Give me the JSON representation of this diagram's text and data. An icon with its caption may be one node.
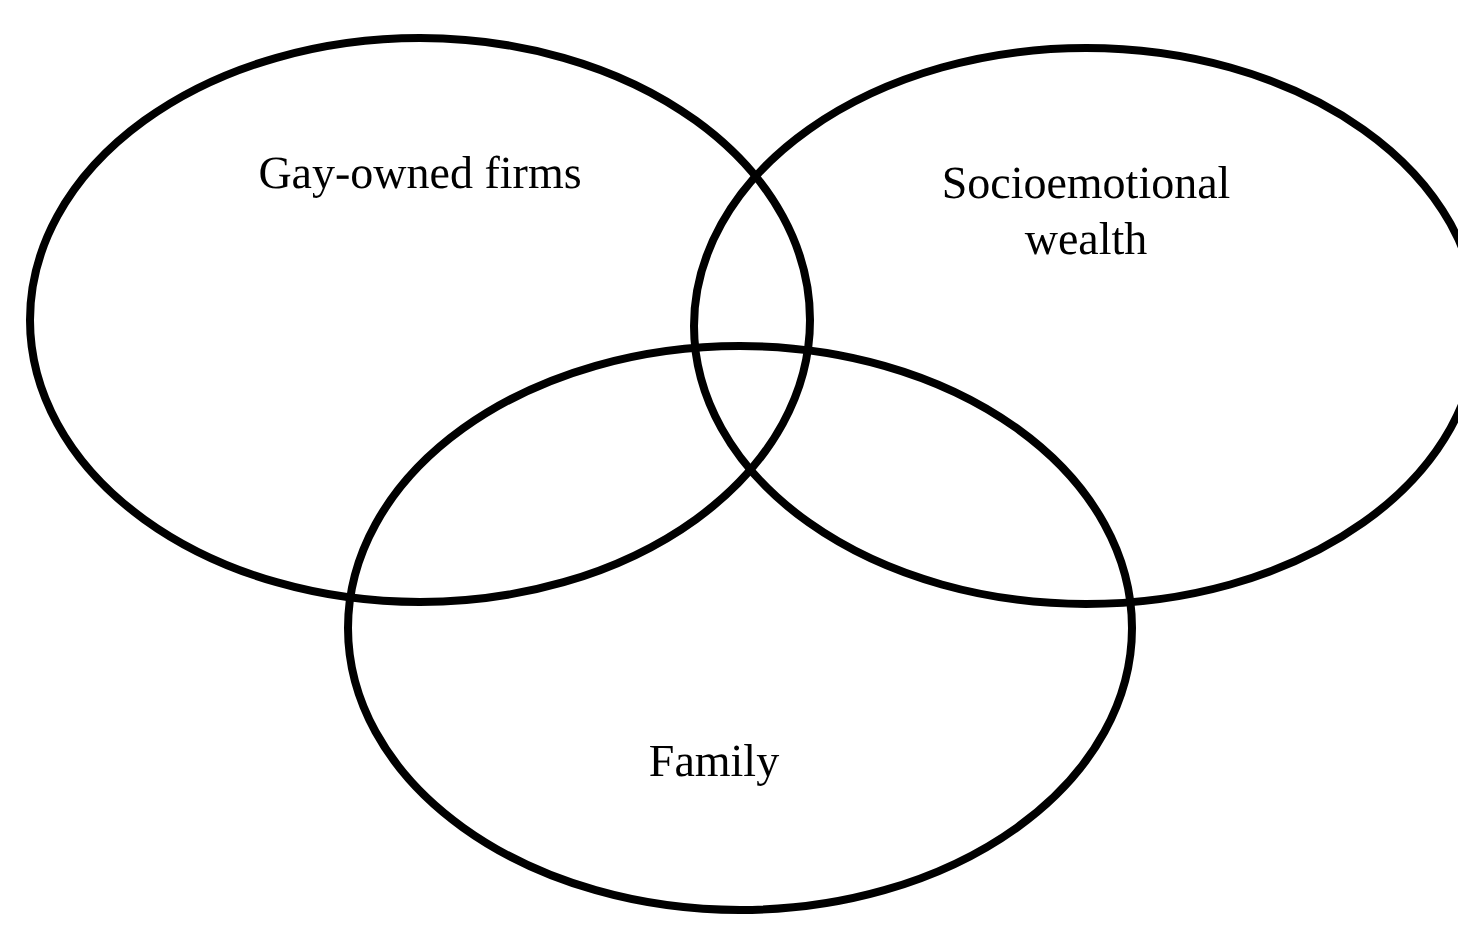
{
  "diagram": {
    "nodes": [
      {
        "text": [
          "Gay-owned firms"
        ]
      },
      {
        "text": [
          "Socioemotional wealth"
        ]
      },
      {
        "text": [
          "Family"
        ]
      }
    ]
  }
}
